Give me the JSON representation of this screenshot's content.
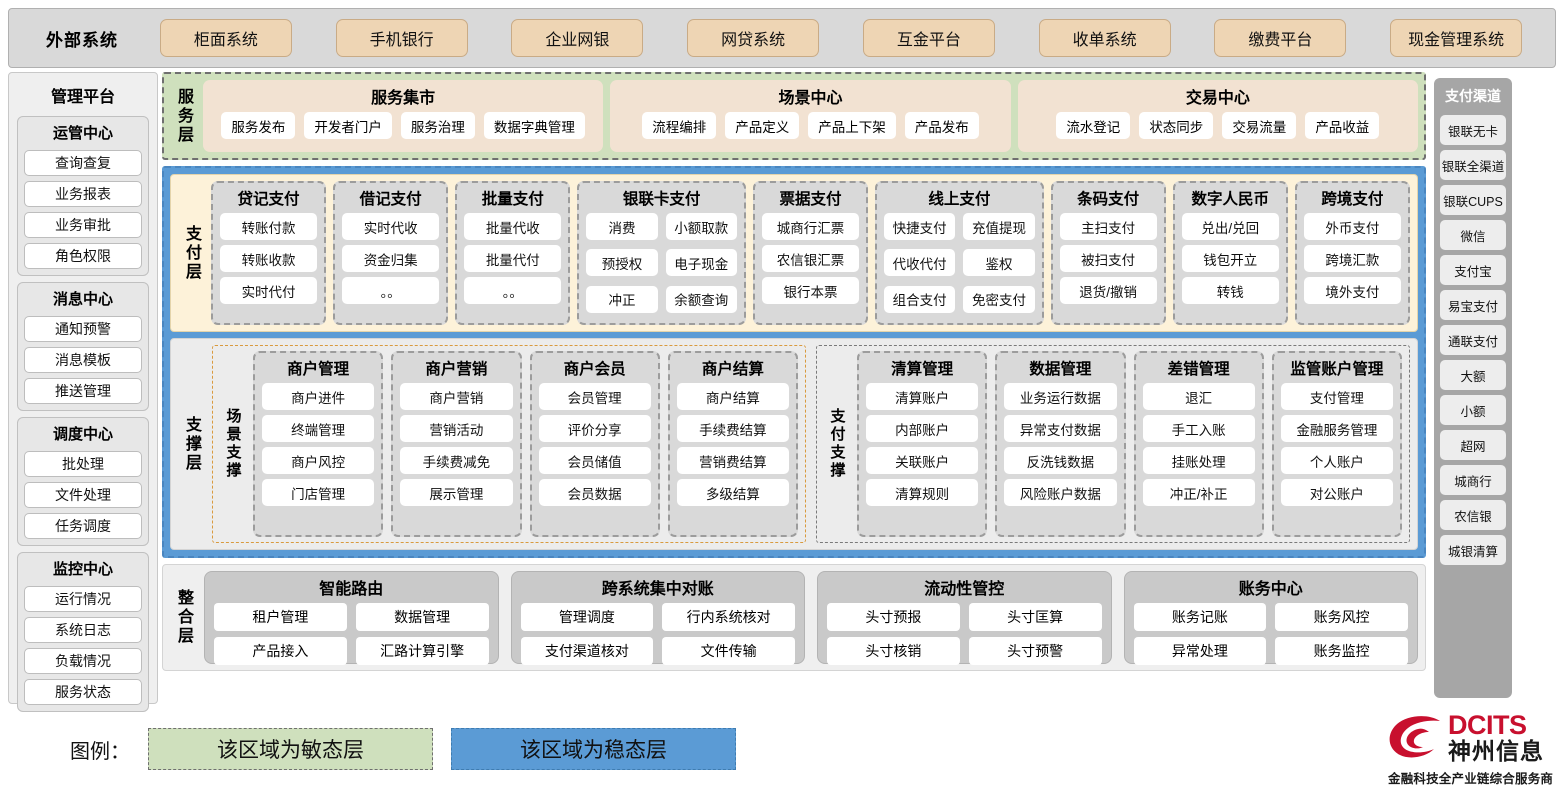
{
  "external": {
    "title": "外部系统",
    "items": [
      "柜面系统",
      "手机银行",
      "企业网银",
      "网贷系统",
      "互金平台",
      "收单系统",
      "缴费平台",
      "现金管理系统"
    ]
  },
  "left_panel": {
    "title": "管理平台",
    "groups": [
      {
        "title": "运管中心",
        "items": [
          "查询查复",
          "业务报表",
          "业务审批",
          "角色权限"
        ]
      },
      {
        "title": "消息中心",
        "items": [
          "通知预警",
          "消息模板",
          "推送管理"
        ]
      },
      {
        "title": "调度中心",
        "items": [
          "批处理",
          "文件处理",
          "任务调度"
        ]
      },
      {
        "title": "监控中心",
        "items": [
          "运行情况",
          "系统日志",
          "负载情况",
          "服务状态"
        ]
      }
    ]
  },
  "right_panel": {
    "title": "支付渠道",
    "items": [
      "银联无卡",
      "银联全渠道",
      "银联CUPS",
      "微信",
      "支付宝",
      "易宝支付",
      "通联支付",
      "大额",
      "小额",
      "超网",
      "城商行",
      "农信银",
      "城银清算"
    ]
  },
  "service_layer": {
    "label": "服务层",
    "blocks": [
      {
        "title": "服务集市",
        "items": [
          "服务发布",
          "开发者门户",
          "服务治理",
          "数据字典管理"
        ]
      },
      {
        "title": "场景中心",
        "items": [
          "流程编排",
          "产品定义",
          "产品上下架",
          "产品发布"
        ]
      },
      {
        "title": "交易中心",
        "items": [
          "流水登记",
          "状态同步",
          "交易流量",
          "产品收益"
        ]
      }
    ]
  },
  "pay_layer": {
    "label": "支付层",
    "groups": [
      {
        "title": "贷记支付",
        "columns": 1,
        "items": [
          "转账付款",
          "转账收款",
          "实时代付"
        ]
      },
      {
        "title": "借记支付",
        "columns": 1,
        "items": [
          "实时代收",
          "资金归集",
          "。。"
        ]
      },
      {
        "title": "批量支付",
        "columns": 1,
        "items": [
          "批量代收",
          "批量代付",
          "。。"
        ]
      },
      {
        "title": "银联卡支付",
        "columns": 2,
        "items": [
          "消费",
          "小额取款",
          "预授权",
          "电子现金",
          "冲正",
          "余额查询"
        ]
      },
      {
        "title": "票据支付",
        "columns": 1,
        "items": [
          "城商行汇票",
          "农信银汇票",
          "银行本票"
        ]
      },
      {
        "title": "线上支付",
        "columns": 2,
        "items": [
          "快捷支付",
          "充值提现",
          "代收代付",
          "鉴权",
          "组合支付",
          "免密支付"
        ]
      },
      {
        "title": "条码支付",
        "columns": 1,
        "items": [
          "主扫支付",
          "被扫支付",
          "退货/撤销"
        ]
      },
      {
        "title": "数字人民币",
        "columns": 1,
        "items": [
          "兑出/兑回",
          "钱包开立",
          "转钱"
        ]
      },
      {
        "title": "跨境支付",
        "columns": 1,
        "items": [
          "外币支付",
          "跨境汇款",
          "境外支付"
        ]
      }
    ]
  },
  "support_layer": {
    "label": "支撑层",
    "zones": [
      {
        "label": "场景支撑",
        "groups": [
          {
            "title": "商户管理",
            "items": [
              "商户进件",
              "终端管理",
              "商户风控",
              "门店管理"
            ]
          },
          {
            "title": "商户营销",
            "items": [
              "商户营销",
              "营销活动",
              "手续费减免",
              "展示管理"
            ]
          },
          {
            "title": "商户会员",
            "items": [
              "会员管理",
              "评价分享",
              "会员储值",
              "会员数据"
            ]
          },
          {
            "title": "商户结算",
            "items": [
              "商户结算",
              "手续费结算",
              "营销费结算",
              "多级结算"
            ]
          }
        ]
      },
      {
        "label": "支付支撑",
        "groups": [
          {
            "title": "清算管理",
            "items": [
              "清算账户",
              "内部账户",
              "关联账户",
              "清算规则"
            ]
          },
          {
            "title": "数据管理",
            "items": [
              "业务运行数据",
              "异常支付数据",
              "反洗钱数据",
              "风险账户数据"
            ]
          },
          {
            "title": "差错管理",
            "items": [
              "退汇",
              "手工入账",
              "挂账处理",
              "冲正/补正"
            ]
          },
          {
            "title": "监管账户管理",
            "items": [
              "支付管理",
              "金融服务管理",
              "个人账户",
              "对公账户"
            ]
          }
        ]
      }
    ]
  },
  "integration_layer": {
    "label": "整合层",
    "blocks": [
      {
        "title": "智能路由",
        "items": [
          "租户管理",
          "数据管理",
          "产品接入",
          "汇路计算引擎"
        ]
      },
      {
        "title": "跨系统集中对账",
        "items": [
          "管理调度",
          "行内系统核对",
          "支付渠道核对",
          "文件传输"
        ]
      },
      {
        "title": "流动性管控",
        "items": [
          "头寸预报",
          "头寸匡算",
          "头寸核销",
          "头寸预警"
        ]
      },
      {
        "title": "账务中心",
        "items": [
          "账务记账",
          "账务风控",
          "异常处理",
          "账务监控"
        ]
      }
    ]
  },
  "legend": {
    "label": "图例：",
    "agile": "该区域为敏态层",
    "stable": "该区域为稳态层"
  },
  "logo": {
    "name_en": "DCITS",
    "name_cn": "神州信息",
    "tagline": "金融科技全产业链综合服务商"
  },
  "colors": {
    "agile_green": "#cfe0bd",
    "stable_blue": "#5b9bd5",
    "external_chip": "#eed5b4",
    "pay_layer_bg": "#fdf2d9",
    "brand_red": "#c8102e"
  }
}
